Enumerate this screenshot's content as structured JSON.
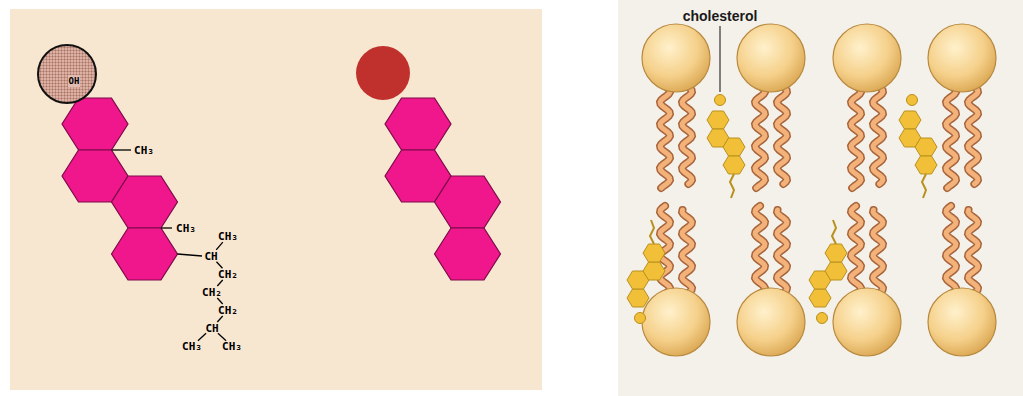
{
  "diagram": {
    "nodes": [
      {
        "text": [
          "OH"
        ]
      }
    ],
    "labels": [
      "CH₃",
      "CH₃",
      "CH₃",
      "CH",
      "CH₂",
      "CH₂",
      "CH₂",
      "CH",
      "CH₃",
      "CH₃",
      "cholesterol"
    ]
  }
}
